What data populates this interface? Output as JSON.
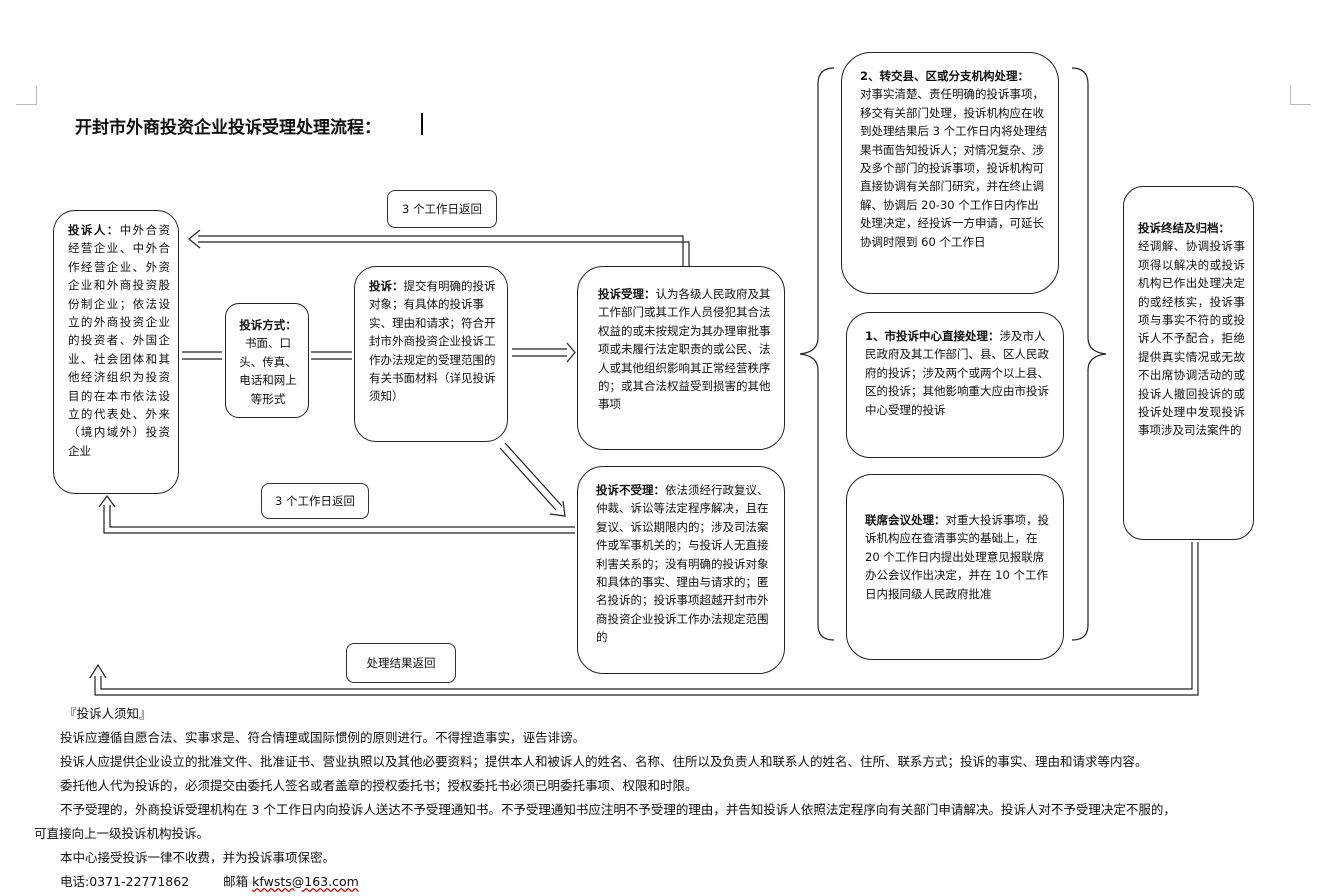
{
  "title": "开封市外商投资企业投诉受理处理流程：",
  "boxes": {
    "complainant": {
      "head": "投诉人：",
      "text": "中外合资经营企业、中外合作经营企业、外资企业和外商投资股份制企业；依法设立的外商投资企业的投资者、外国企业、社会团体和其他经济组织为投资目的在本市依法设立的代表处、外来（境内域外）投资企业"
    },
    "method": {
      "head": "投诉方式：",
      "text": "书面、口头、传真、电话和网上等形式"
    },
    "complaint": {
      "head": "投诉：",
      "text": "提交有明确的投诉对象；有具体的投诉事实、理由和请求；符合开封市外商投资企业投诉工作办法规定的受理范围的有关书面材料（详见投诉须知）"
    },
    "accept": {
      "head": "投诉受理：",
      "text": "认为各级人民政府及其工作部门或其工作人员侵犯其合法权益的或未按规定为其办理审批事项或未履行法定职责的或公民、法人或其他组织影响其正常经营秩序的；或其合法权益受到损害的其他事项"
    },
    "reject": {
      "head": "投诉不受理：",
      "text": "依法须经行政复议、仲裁、诉讼等法定程序解决，且在复议、诉讼期限内的；涉及司法案件或军事机关的；与投诉人无直接利害关系的；没有明确的投诉对象和具体的事实、理由与请求的；匿名投诉的；投诉事项超越开封市外商投资企业投诉工作办法规定范围的"
    },
    "transfer": {
      "head": "2、转交县、区或分支机构处理：",
      "text": "对事实清楚、责任明确的投诉事项，移交有关部门处理，投诉机构应在收到处理结果后 3 个工作日内将处理结果书面告知投诉人；对情况复杂、涉及多个部门的投诉事项，投诉机构可直接协调有关部门研究，并在终止调解、协调后 20-30 个工作日内作出处理决定，经投诉一方申请，可延长协调时限到 60 个工作日"
    },
    "direct": {
      "head": "1、市投诉中心直接处理：",
      "text": "涉及市人民政府及其工作部门、县、区人民政府的投诉；涉及两个或两个以上县、区的投诉；其他影响重大应由市投诉中心受理的投诉"
    },
    "joint": {
      "head": "联席会议处理：",
      "text": "对重大投诉事项，投诉机构应在查清事实的基础上，在 20 个工作日内提出处理意见报联席办公会议作出决定，并在 10 个工作日内报同级人民政府批准"
    },
    "conclude": {
      "head": "投诉终结及归档：",
      "text": "经调解、协调投诉事项得以解决的或投诉机构已作出处理决定的或经核实，投诉事项与事实不符的或投诉人不予配合，拒绝提供真实情况或无故不出席协调活动的或投诉人撤回投诉的或投诉处理中发现投诉事项涉及司法案件的"
    }
  },
  "callouts": {
    "return_top": "3 个工作日返回",
    "return_mid": "3 个工作日返回",
    "result_return": "处理结果返回"
  },
  "notes": {
    "heading": "『投诉人须知』",
    "lines": [
      "投诉应遵循自愿合法、实事求是、符合情理或国际惯例的原则进行。不得捏造事实，诬告诽谤。",
      "投诉人应提供企业设立的批准文件、批准证书、营业执照以及其他必要资料；提供本人和被诉人的姓名、名称、住所以及负责人和联系人的姓名、住所、联系方式；投诉的事实、理由和请求等内容。",
      "委托他人代为投诉的，必须提交由委托人签名或者盖章的授权委托书；授权委托书必须已明委托事项、权限和时限。",
      "不予受理的，外商投诉受理机构在 3 个工作日内向投诉人送达不予受理通知书。不予受理通知书应注明不予受理的理由，并告知投诉人依照法定程序向有关部门申请解决。投诉人对不予受理决定不服的，",
      "本中心接受投诉一律不收费，并为投诉事项保密。"
    ],
    "cont": "可直接向上一级投诉机构投诉。",
    "phone": "电话:0371-22771862",
    "email_label": "邮箱",
    "email": "kfwsts@163.com"
  }
}
